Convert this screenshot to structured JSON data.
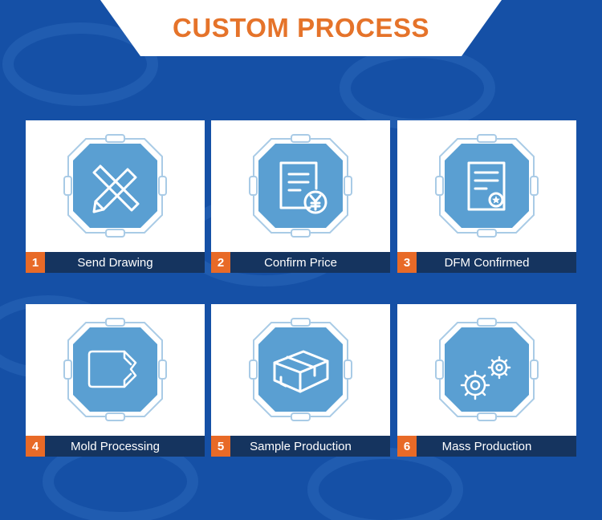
{
  "banner": {
    "title": "CUSTOM PROCESS"
  },
  "colors": {
    "background": "#1550a6",
    "accent_orange": "#e86a27",
    "label_bar": "#15345f",
    "icon_fill": "#5a9fd2",
    "icon_outline": "#a9cbe6"
  },
  "steps": [
    {
      "number": "1",
      "label": "Send Drawing",
      "icon": "pencil-ruler-icon"
    },
    {
      "number": "2",
      "label": "Confirm Price",
      "icon": "invoice-yen-icon"
    },
    {
      "number": "3",
      "label": "DFM Confirmed",
      "icon": "certificate-icon"
    },
    {
      "number": "4",
      "label": "Mold Processing",
      "icon": "mold-shape-icon"
    },
    {
      "number": "5",
      "label": "Sample Production",
      "icon": "box-icon"
    },
    {
      "number": "6",
      "label": "Mass Production",
      "icon": "gears-icon"
    }
  ]
}
